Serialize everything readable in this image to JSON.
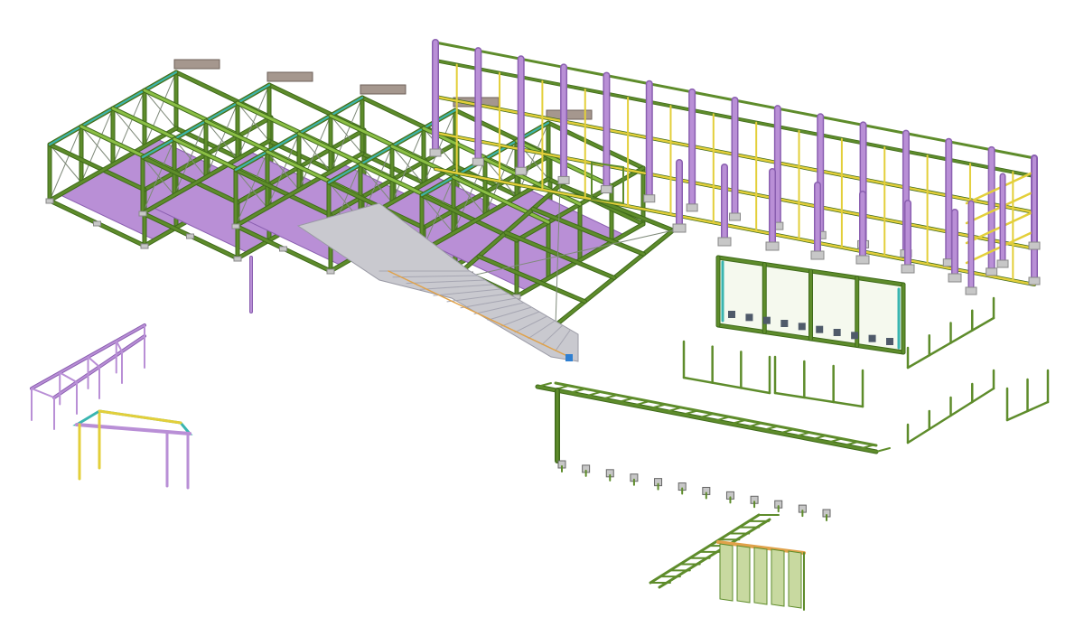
{
  "colors": {
    "background": "#ffffff",
    "frame": "#5e8c2b",
    "frame_light": "#8bbf45",
    "frame_dark": "#3f6a1b",
    "column": "#b98fd6",
    "column_dark": "#8a5fb0",
    "beam_yellow": "#e3cf3a",
    "brace": "#7f8a7a",
    "concrete": "#c9c9cf",
    "cyan": "#39b5b0",
    "blue": "#2f7fd1",
    "panel": "#c8d9a0",
    "orange": "#e0a24a",
    "roof_block": "#a5978e",
    "base_plate": "#c7c7c7"
  },
  "assemblies": [
    "ribbed-platform-frames",
    "perimeter-fence-frame",
    "standalone-columns",
    "enclosure-module",
    "service-stair-run",
    "small-canopy-frames",
    "rail-segments",
    "support-clips",
    "access-ladder",
    "cable-tray"
  ]
}
